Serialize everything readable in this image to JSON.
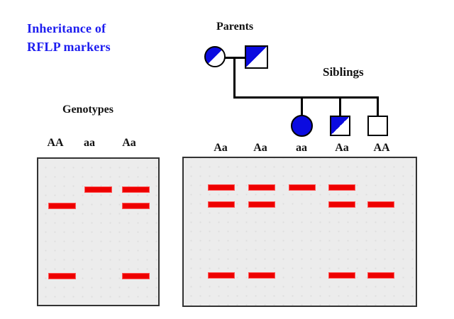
{
  "title": {
    "line1": "Inheritance of",
    "line2": "RFLP markers"
  },
  "pedigree": {
    "parents_label": "Parents",
    "siblings_label": "Siblings",
    "parents": [
      {
        "name": "mother",
        "shape": "circle",
        "fill": "half"
      },
      {
        "name": "father",
        "shape": "square",
        "fill": "half"
      }
    ],
    "siblings": [
      {
        "name": "sibling-1",
        "shape": "circle",
        "fill": "full"
      },
      {
        "name": "sibling-2",
        "shape": "square",
        "fill": "half"
      },
      {
        "name": "sibling-3",
        "shape": "square",
        "fill": "empty"
      }
    ]
  },
  "gels": {
    "genotypes_label": "Genotypes",
    "left": {
      "lanes": [
        {
          "label": "AA",
          "bands": [
            0,
            1,
            1
          ]
        },
        {
          "label": "aa",
          "bands": [
            1,
            0,
            0
          ]
        },
        {
          "label": "Aa",
          "bands": [
            1,
            1,
            1
          ]
        }
      ]
    },
    "right": {
      "lanes": [
        {
          "label": "Aa",
          "bands": [
            1,
            1,
            1
          ]
        },
        {
          "label": "Aa",
          "bands": [
            1,
            1,
            1
          ]
        },
        {
          "label": "aa",
          "bands": [
            1,
            0,
            0
          ]
        },
        {
          "label": "Aa",
          "bands": [
            1,
            1,
            1
          ]
        },
        {
          "label": "AA",
          "bands": [
            0,
            1,
            1
          ]
        }
      ]
    }
  },
  "colors": {
    "title_blue": "#1d1df0",
    "symbol_blue": "#0b0be0",
    "band_red": "#ee0000",
    "band_border": "#ff5a5a",
    "gel_bg": "#ececec"
  }
}
